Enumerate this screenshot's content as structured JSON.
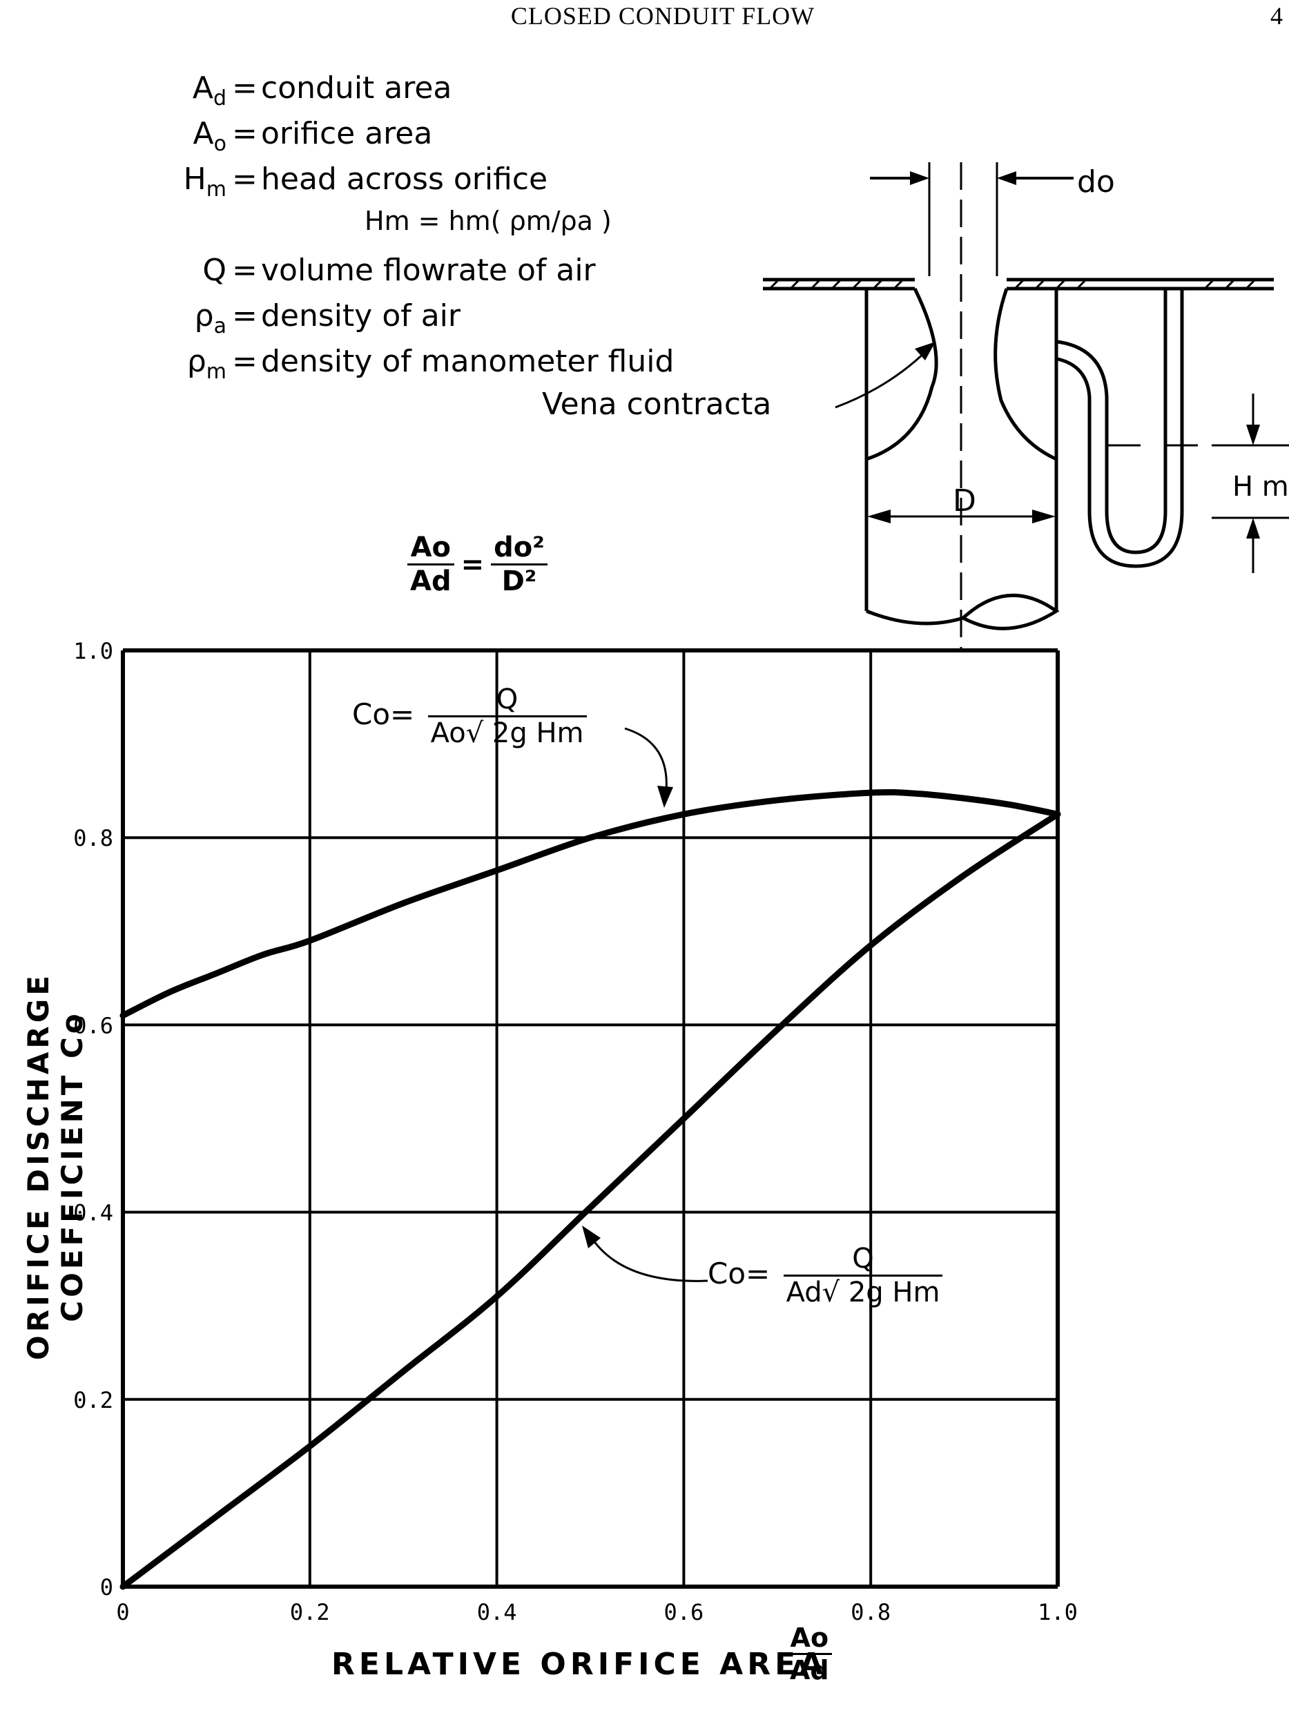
{
  "header": {
    "title": "CLOSED CONDUIT FLOW",
    "page_fragment": "4"
  },
  "legend": [
    {
      "sym": "A",
      "sub": "d",
      "text": "conduit area"
    },
    {
      "sym": "A",
      "sub": "o",
      "text": "orifice  area"
    },
    {
      "sym": "H",
      "sub": "m",
      "text": "head across orifice"
    },
    {
      "formula": "Hm = hm( ρm/ρa )"
    },
    {
      "sym": "Q",
      "sub": "",
      "text": "volume flowrate of air"
    },
    {
      "sym": "ρ",
      "sub": "a",
      "text": "density of air"
    },
    {
      "sym": "ρ",
      "sub": "m",
      "text": "density of manometer fluid"
    }
  ],
  "diagram": {
    "vena_label": "Vena contracta",
    "d_label": "D",
    "do_label": "do",
    "hm_label": "H m"
  },
  "ratio": {
    "num1": "Ao",
    "den1": "Ad",
    "eq": "=",
    "num2": "do²",
    "den2": "D²"
  },
  "labels": {
    "upper": {
      "lhs": "Co=",
      "num": "Q",
      "den": "Ao√ 2g Hm"
    },
    "lower": {
      "lhs": "Co=",
      "num": "Q",
      "den": "Ad√ 2g Hm"
    }
  },
  "chart_data": {
    "type": "line",
    "xlabel": "RELATIVE ORIFICE AREA",
    "xlabel_fraction": {
      "num": "Ao",
      "den": "Ad"
    },
    "ylabel": "ORIFICE DISCHARGE COEFFICIENT Co",
    "xlim": [
      0,
      1.0
    ],
    "ylim": [
      0,
      1.0
    ],
    "grid": true,
    "x_ticks": [
      "0",
      "0.2",
      "0.4",
      "0.6",
      "0.8",
      "1.0"
    ],
    "y_ticks": [
      "0",
      "0.2",
      "0.4",
      "0.6",
      "0.8",
      "1.0"
    ],
    "series": [
      {
        "x": [
          0,
          0.05,
          0.1,
          0.15,
          0.2,
          0.3,
          0.4,
          0.5,
          0.6,
          0.7,
          0.8,
          0.85,
          0.9,
          0.95,
          1.0
        ],
        "y": [
          0.61,
          0.635,
          0.655,
          0.675,
          0.69,
          0.73,
          0.765,
          0.8,
          0.825,
          0.84,
          0.848,
          0.847,
          0.842,
          0.835,
          0.825
        ]
      },
      {
        "x": [
          0,
          0.1,
          0.2,
          0.3,
          0.4,
          0.5,
          0.6,
          0.7,
          0.8,
          0.9,
          1.0
        ],
        "y": [
          0,
          0.075,
          0.15,
          0.23,
          0.31,
          0.405,
          0.5,
          0.595,
          0.685,
          0.76,
          0.825
        ]
      }
    ]
  }
}
